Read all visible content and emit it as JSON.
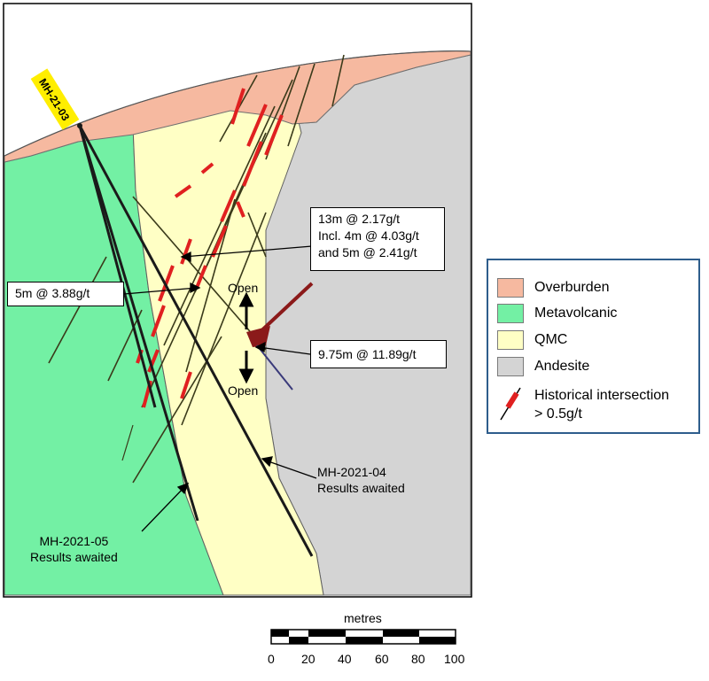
{
  "drillhole_tag": "MH-21-03",
  "callouts": {
    "c1": [
      "13m @ 2.17g/t",
      "Incl. 4m @ 4.03g/t",
      "and 5m @ 2.41g/t"
    ],
    "c2": "5m @ 3.88g/t",
    "c3": "9.75m @ 11.89g/t"
  },
  "open_labels": {
    "upper": "Open",
    "lower": "Open"
  },
  "hole_labels": {
    "mh04": {
      "name": "MH-2021-04",
      "status": "Results awaited"
    },
    "mh05": {
      "name": "MH-2021-05",
      "status": "Results awaited"
    }
  },
  "legend": {
    "items": [
      {
        "label": "Overburden",
        "color": "#f6b9a0"
      },
      {
        "label": "Metavolcanic",
        "color": "#73f0a4"
      },
      {
        "label": "QMC",
        "color": "#ffffc5"
      },
      {
        "label": "Andesite",
        "color": "#d4d4d4"
      }
    ],
    "historical": {
      "line1": "Historical intersection",
      "line2": "> 0.5g/t",
      "color": "#e02020"
    }
  },
  "scale": {
    "title": "metres",
    "ticks": [
      "0",
      "20",
      "40",
      "60",
      "80",
      "100"
    ]
  },
  "colors": {
    "overburden": "#f6b9a0",
    "metavolcanic": "#73f0a4",
    "qmc": "#ffffc5",
    "andesite": "#d4d4d4",
    "intersection": "#e02020",
    "hole": "#1a1a1a",
    "tag": "#ffee00"
  }
}
